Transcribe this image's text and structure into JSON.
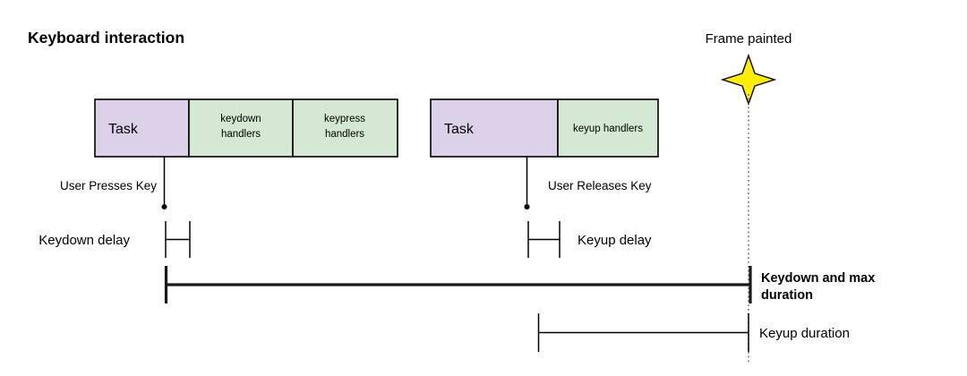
{
  "diagram": {
    "title": "Keyboard interaction",
    "background_color": "#ffffff",
    "task_fill": "#ddd1e9",
    "handler_fill": "#d5e8d4",
    "stroke_color": "#000000",
    "star_fill": "#ffee00",
    "dotted_color": "#555555",
    "groups": [
      {
        "name": "keydown-task-group",
        "boxes": [
          {
            "label": "Task",
            "type": "task"
          },
          {
            "label_line1": "keydown",
            "label_line2": "handlers",
            "type": "handler"
          },
          {
            "label_line1": "keypress",
            "label_line2": "handlers",
            "type": "handler"
          }
        ]
      },
      {
        "name": "keyup-task-group",
        "boxes": [
          {
            "label": "Task",
            "type": "task"
          },
          {
            "label_line1": "keyup handlers",
            "label_line2": "",
            "type": "handler"
          }
        ]
      }
    ],
    "annotations": {
      "frame_painted": "Frame painted",
      "user_presses_key": "User Presses Key",
      "user_releases_key": "User Releases Key",
      "keydown_delay": "Keydown delay",
      "keyup_delay": "Keyup delay",
      "keydown_max_duration_line1": "Keydown and max",
      "keydown_max_duration_line2": "duration",
      "keyup_duration": "Keyup duration"
    },
    "icons": {
      "star": "four-point-star-icon",
      "arrow_down": "arrow-down-icon"
    }
  }
}
